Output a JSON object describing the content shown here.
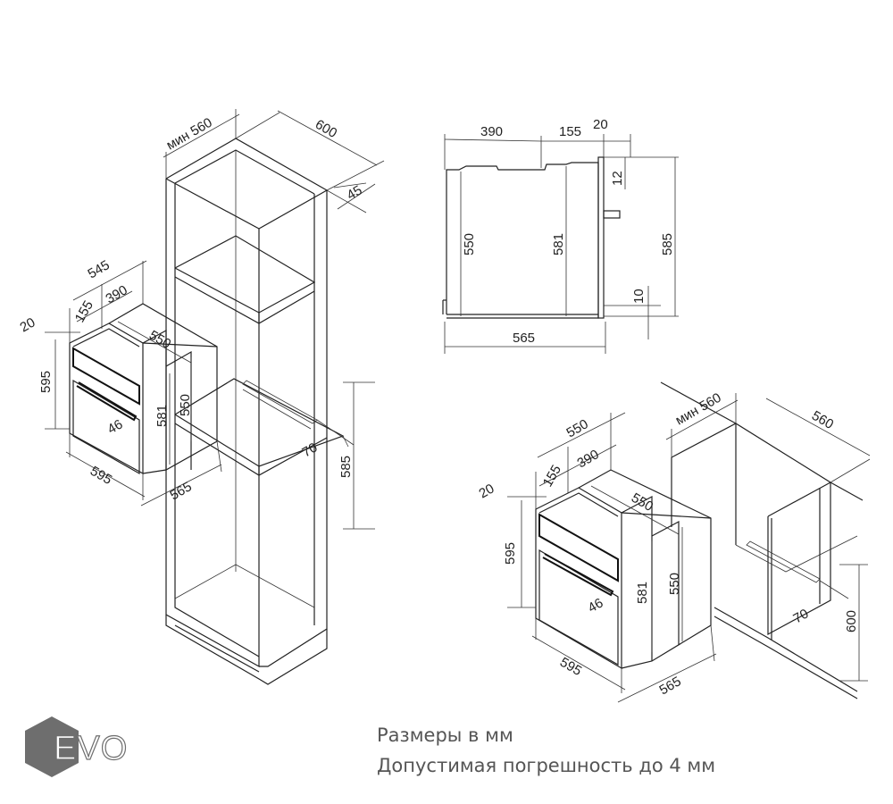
{
  "notes": {
    "units": "Размеры в мм",
    "tolerance": "Допустимая погрешность до 4 мм"
  },
  "logo": {
    "text": "EVO",
    "color": "#6e6e6e"
  },
  "tall_cabinet": {
    "labels": {
      "min_width": "мин 560",
      "depth": "600",
      "gap": "45",
      "vent": "70",
      "niche_height": "585"
    }
  },
  "oven_left": {
    "labels": {
      "depth_total": "545",
      "a155": "155",
      "a390": "390",
      "a20": "20",
      "top550": "550",
      "h595": "595",
      "h581": "581",
      "h550": "550",
      "handle46": "46",
      "w595": "595",
      "d565": "565"
    }
  },
  "side_view": {
    "labels": {
      "t390": "390",
      "t155": "155",
      "t20": "20",
      "t12": "12",
      "h550": "550",
      "h581": "581",
      "h585": "585",
      "b10": "10",
      "b565": "565"
    }
  },
  "under_counter": {
    "labels": {
      "min_width": "мин 560",
      "depth": "560",
      "vent": "70",
      "height": "600"
    }
  },
  "oven_right": {
    "labels": {
      "top550": "550",
      "a155": "155",
      "a390": "390",
      "a20": "20",
      "mid550": "550",
      "h595": "595",
      "h581": "581",
      "h550": "550",
      "handle46": "46",
      "w595": "595",
      "d565": "565"
    }
  }
}
